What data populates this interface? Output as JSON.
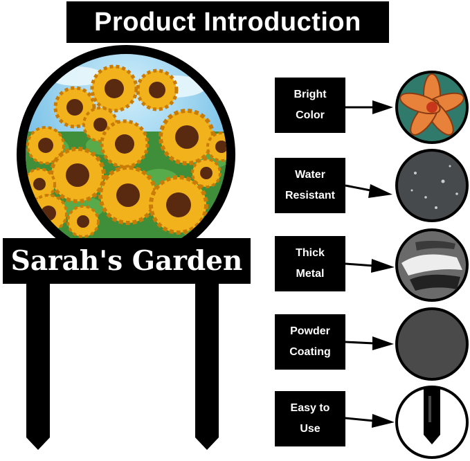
{
  "header": {
    "title": "Product Introduction"
  },
  "sign": {
    "name": "Sarah's Garden"
  },
  "features": [
    {
      "line1": "Bright",
      "line2": "Color"
    },
    {
      "line1": "Water",
      "line2": "Resistant"
    },
    {
      "line1": "Thick",
      "line2": "Metal"
    },
    {
      "line1": "Powder",
      "line2": "Coating"
    },
    {
      "line1": "Easy to",
      "line2": "Use"
    }
  ],
  "colors": {
    "frame": "#000000",
    "sunflower_petal": "#f2b21b",
    "sunflower_center": "#5a2a10",
    "sky": "#7fc6ea",
    "leaf": "#3f8f3a",
    "swatch_dark": "#4a4a4a"
  }
}
